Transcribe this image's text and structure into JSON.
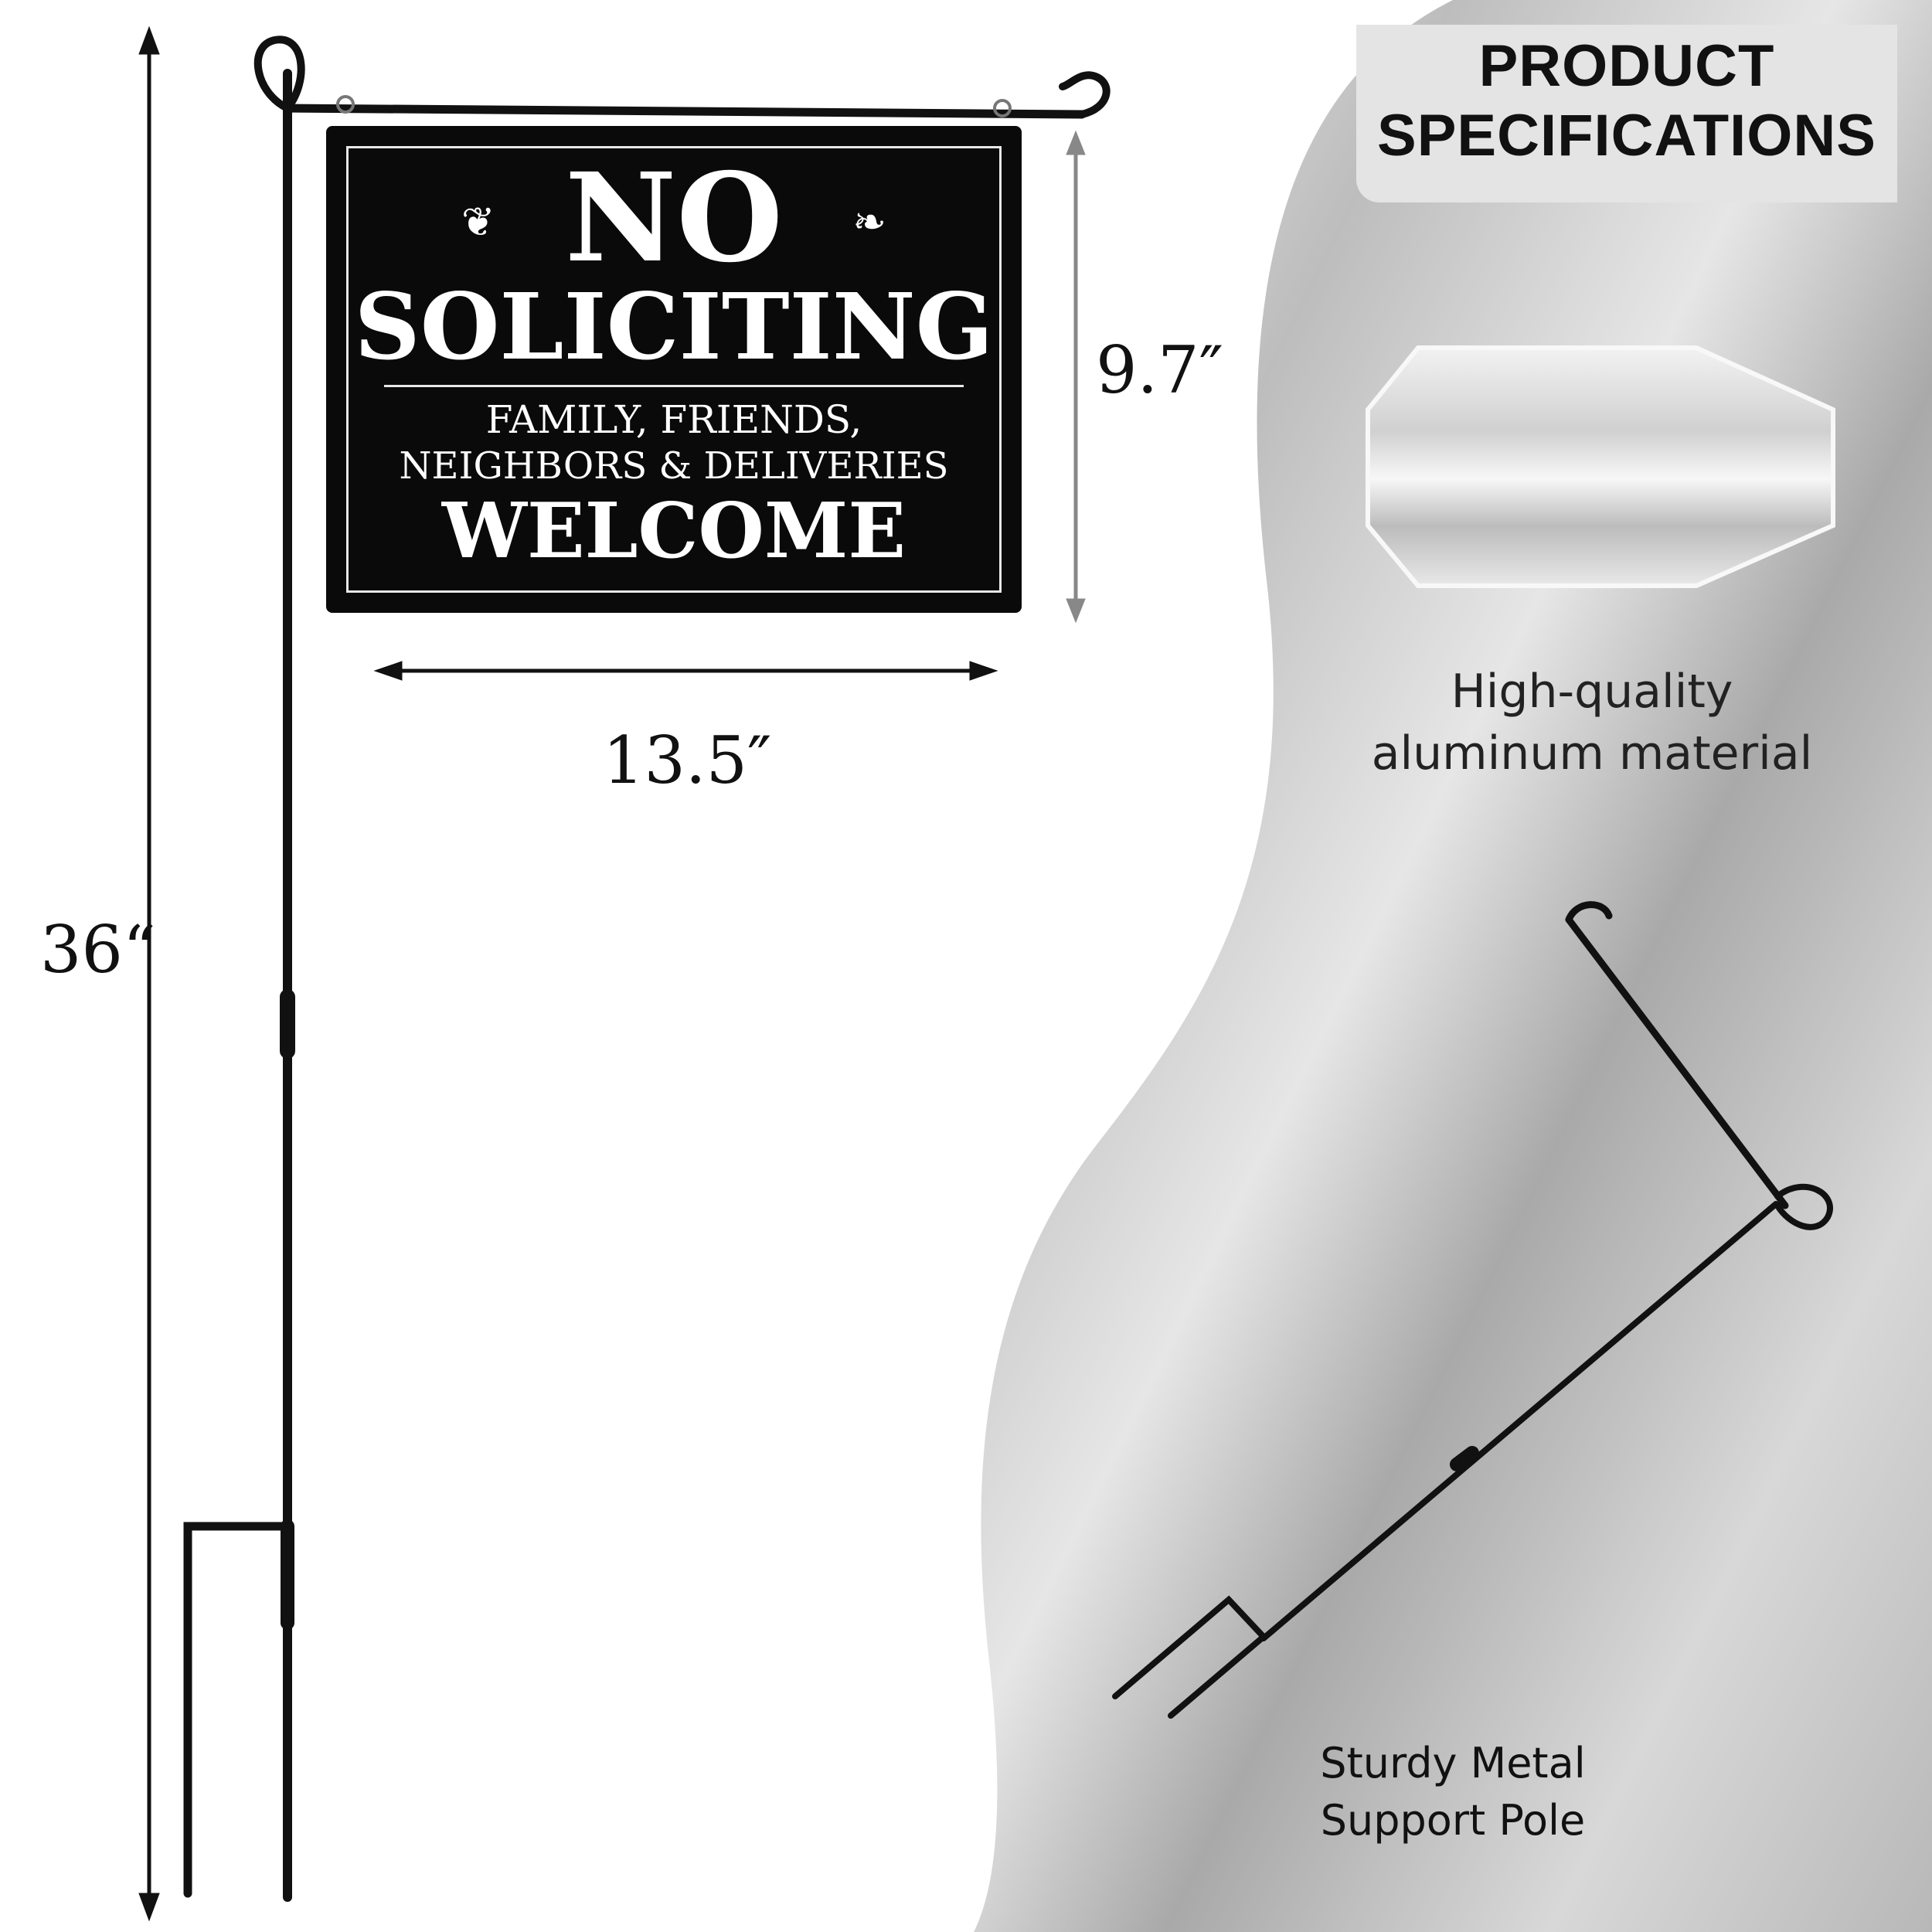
{
  "header": {
    "line1": "PRODUCT",
    "line2": "SPECIFICATIONS"
  },
  "sign": {
    "line1": "NO",
    "line2": "SOLICITING",
    "line3": "FAMILY, FRIENDS,",
    "line4": "NEIGHBORS & DELIVERIES",
    "line5": "WELCOME"
  },
  "dimensions": {
    "height": "9.7″",
    "width": "13.5″",
    "pole_height": "36“"
  },
  "features": {
    "material_line1": "High-quality",
    "material_line2": "aluminum material",
    "pole_line1": "Sturdy Metal",
    "pole_line2": "Support Pole"
  },
  "colors": {
    "panel_gray": "#c9c9c9",
    "sign_black": "#0a0a0a",
    "title_bg": "#e4e4e4"
  },
  "icons": [
    "octagon-aluminum-plate-icon",
    "garden-flag-pole-icon"
  ]
}
